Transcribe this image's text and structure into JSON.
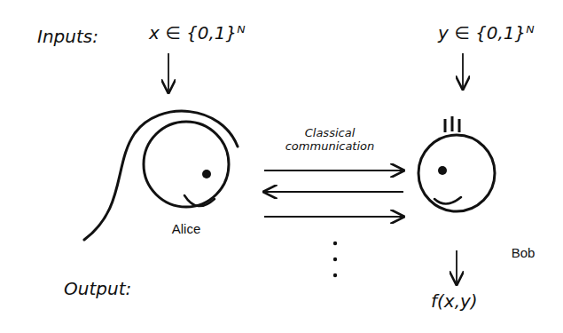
{
  "diagram": {
    "nodes": [
      {
        "text": [
          "Alice"
        ]
      },
      {
        "text": [
          "Bob"
        ]
      }
    ],
    "edges": [
      {
        "from": 0,
        "to": 1,
        "arrow": "to",
        "label": "Classical communication"
      },
      {
        "from": 1,
        "to": 0,
        "arrow": "to"
      },
      {
        "from": 0,
        "to": 1,
        "arrow": "to"
      }
    ],
    "labels": [
      "Inputs:",
      "x ∈ {0,1}ᴺ",
      "y ∈ {0,1}ᴺ",
      "Output:",
      "f(x,y)"
    ]
  }
}
